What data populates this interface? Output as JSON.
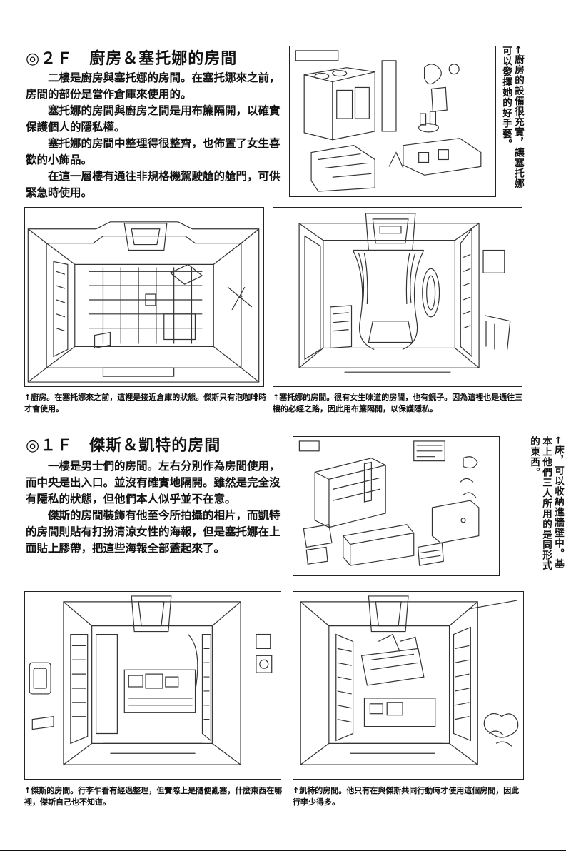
{
  "section_2f": {
    "title": "◎２Ｆ　廚房＆塞托娜的房間",
    "paragraphs": [
      "二樓是廚房與塞托娜的房間。在塞托娜來之前，房間的部份是當作倉庫來使用的。",
      "塞托娜的房間與廚房之間是用布簾隔開，以確實保護個人的隱私權。",
      "塞托娜的房間中整理得很整齊，也佈置了女生喜歡的小飾品。",
      "在這一層樓有通往非規格機駕駛艙的艙門，可供緊急時使用。"
    ],
    "side_note": "←廚房的設備很充實，讓塞托娜可以發揮她的好手藝。",
    "caption_left": "↑廚房。在塞托娜來之前，這裡是接近倉庫的狀態。傑斯只有泡咖啡時才會使用。",
    "caption_right": "↑塞托娜的房間。很有女生味道的房間，也有鏡子。因為這裡也是通往三樓的必經之路，因此用布簾隔開，以保護隱私。"
  },
  "section_1f": {
    "title": "◎１Ｆ　傑斯＆凱特的房間",
    "paragraphs": [
      "一樓是男士們的房間。左右分別作為房間使用，而中央是出入口。並沒有確實地隔開。雖然是完全沒有隱私的狀態，但他們本人似乎並不在意。",
      "傑斯的房間裝飾有他至今所拍攝的相片，而凱特的房間則貼有打扮清涼女性的海報，但是塞托娜在上面貼上膠帶，把這些海報全部蓋起來了。"
    ],
    "side_note": "←床，可以收納進牆壁中。基本上他們三人所用的是同形式的東西。",
    "caption_left": "↑傑斯的房間。行李乍看有經過整理，但實際上是隨便亂塞，什麼東西在哪裡，傑斯自己也不知道。",
    "caption_right": "↑凱特的房間。他只有在與傑斯共同行動時才使用這個房間，因此行李少得多。"
  }
}
